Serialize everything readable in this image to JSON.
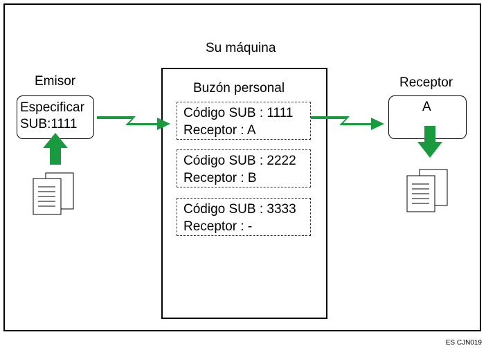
{
  "machine": {
    "title": "Su máquina",
    "mailbox_title": "Buzón personal"
  },
  "sender": {
    "title": "Emisor",
    "line1": "Especificar",
    "line2": "SUB:1111"
  },
  "receiver": {
    "title": "Receptor",
    "value": "A"
  },
  "mailboxes": [
    {
      "code": "Código SUB : 1111",
      "receiver": "Receptor : A"
    },
    {
      "code": "Código SUB : 2222",
      "receiver": "Receptor : B"
    },
    {
      "code": "Código SUB : 3333",
      "receiver": "Receptor : -"
    }
  ],
  "figure_code": "ES CJN019",
  "colors": {
    "arrow_green": "#1a9a3e",
    "border": "#000000"
  }
}
